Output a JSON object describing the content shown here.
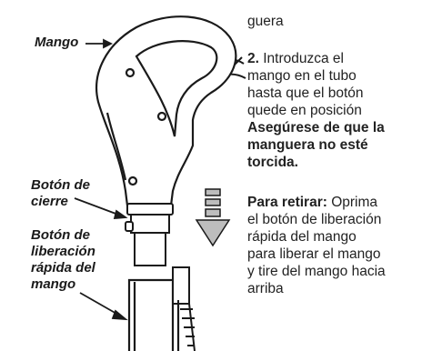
{
  "illustration": {
    "labels": {
      "handle": "Mango",
      "lock_button": [
        "Botón de",
        "cierre"
      ],
      "release_button": [
        "Botón de",
        "liberación",
        "rápida del",
        "mango"
      ]
    }
  },
  "text": {
    "fragment_top": "guera",
    "step2_number": "2.",
    "step2_lines": [
      "Introduzca el",
      "mango en el tubo",
      "hasta que el botón",
      "quede en posición"
    ],
    "step2_warning_lines": [
      "Asegúrese de que la",
      "manguera no esté",
      "torcida."
    ],
    "remove_label": "Para retirar:",
    "remove_first": "Oprima",
    "remove_lines": [
      "el botón de liberación",
      "rápida del mango",
      "para liberar el mango",
      "y tire del mango hacia",
      "arriba"
    ]
  }
}
